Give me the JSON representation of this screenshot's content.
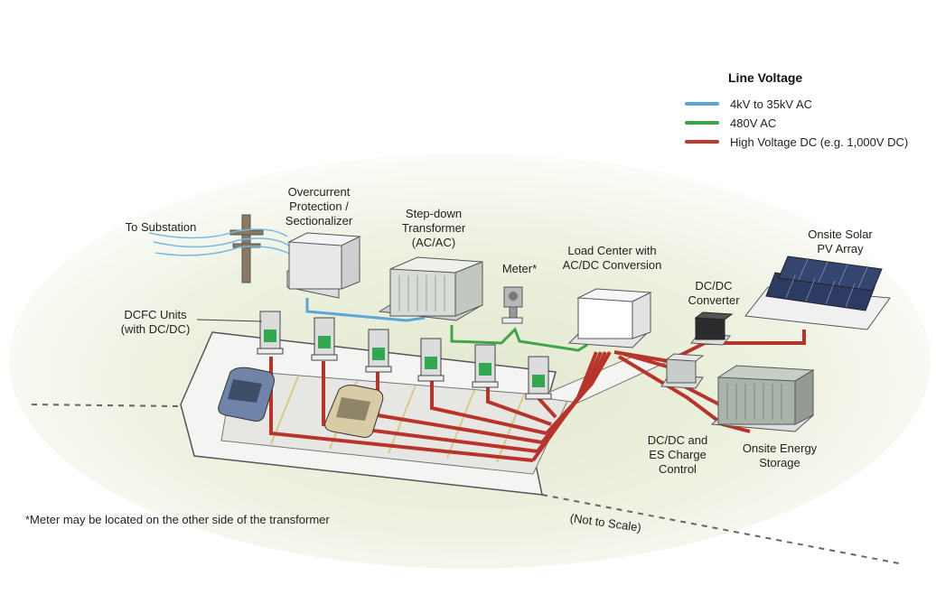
{
  "legend": {
    "title": "Line Voltage",
    "items": [
      {
        "label": "4kV to 35kV AC",
        "color": "#5aa6d6"
      },
      {
        "label": "480V AC",
        "color": "#3ea548"
      },
      {
        "label": "High Voltage DC (e.g. 1,000V DC)",
        "color": "#c0392b"
      }
    ]
  },
  "labels": {
    "to_substation": "To Substation",
    "overcurrent": "Overcurrent\nProtection /\nSectionalizer",
    "transformer": "Step-down\nTransformer\n(AC/AC)",
    "meter": "Meter*",
    "load_center": "Load Center with\nAC/DC Conversion",
    "solar": "Onsite Solar\nPV Array",
    "dcdc_converter": "DC/DC\nConverter",
    "dcfc_units": "DCFC Units\n(with DC/DC)",
    "dcdc_es": "DC/DC and\nES Charge\nControl",
    "energy_storage": "Onsite Energy\nStorage"
  },
  "footnote": "*Meter may be located on the other side of the transformer",
  "scale_note": "(Not to Scale)",
  "colors": {
    "ac_high": "#5aa6d6",
    "ac_480": "#3ea548",
    "dc_high": "#b8342b",
    "ground": "#dfe7cc",
    "slab": "#f2f2f0",
    "outline": "#444444"
  }
}
